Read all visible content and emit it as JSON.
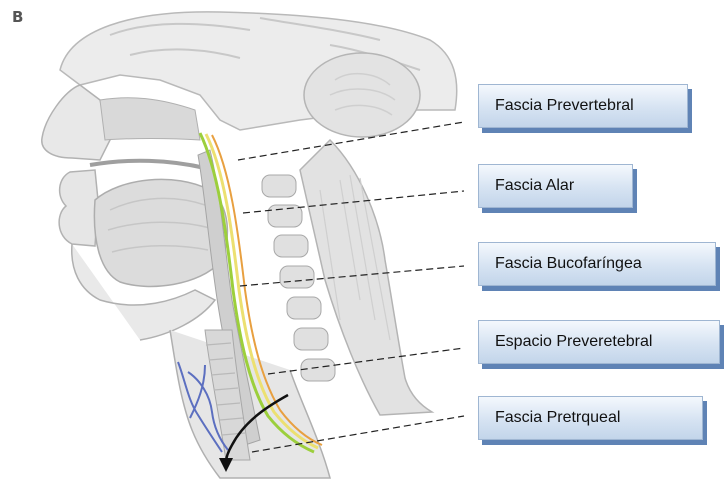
{
  "figure_letter": "B",
  "labels": [
    "Fascia Prevertebral",
    "Fascia Alar",
    "Fascia Bucofaríngea",
    "Espacio Preveretebral",
    "Fascia Pretrqueal"
  ],
  "colors": {
    "label_fill": "#d6e3f2",
    "label_shadow": "#5f83b5",
    "fascia_green": "#9ccf3c",
    "fascia_yellow": "#ece071",
    "fascia_orange": "#e8a040",
    "vessel_blue": "#5c6fc0"
  },
  "icons": [
    "head-neck-sagittal-illustration",
    "curved-arrow-icon"
  ]
}
